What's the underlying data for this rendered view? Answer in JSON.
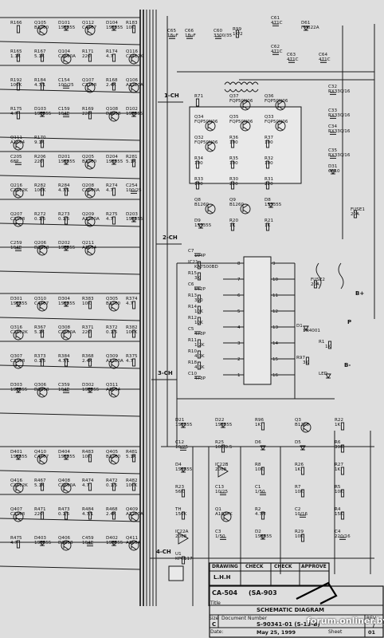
{
  "channels": {
    "ch1": "1-CH",
    "ch2": "2-CH",
    "ch3": "3-CH",
    "ch4": "4-CH",
    "rails": [
      "B+",
      "B-",
      "P"
    ]
  },
  "components": {
    "ch1": [
      "R166",
      "Q105 B1260",
      "D101 1SS355",
      "Q112 C4467",
      "D104 1SS355",
      "R183 10K",
      "R165 1.1K",
      "R167 5.1K",
      "Q104 C2690A",
      "R171 220",
      "R174 4.7",
      "Q116 C2412K",
      "R192 100K",
      "R184 4.7/1",
      "C154 100/25",
      "Q107 C3198",
      "R168 2.4K",
      "Q106 A1220A",
      "R175 4.7",
      "D103 1SS355",
      "C159 104P",
      "R169 220",
      "Q108 D1898",
      "D102 1SS355",
      "Q111 A1694",
      "R170 9.1K"
    ],
    "ch2": [
      "C205 68P",
      "R206 220",
      "D201 1SS355",
      "Q205 B1260",
      "D204 1SS355",
      "R281 5.1K",
      "Q216 C2412K",
      "R282 100K",
      "R284 4.7/1",
      "Q208 C2690A",
      "R274 4.7",
      "C254 100/25",
      "Q207 C3198",
      "R272 0.1/5",
      "R273 0.1/5",
      "Q209 A1220A",
      "R275 4.7",
      "D203 1SS355",
      "C259 104P",
      "Q206 D1898",
      "D202 1SS355",
      "Q211 A1694"
    ],
    "ch3": [
      "D301 1SS355",
      "Q310 C4467",
      "D304 1SS355",
      "R383 10K",
      "Q305 B1260",
      "R374 4.7",
      "Q316 C2412K",
      "R367 5.1K",
      "Q308 C2690A",
      "R371 220",
      "R372 0.1/5",
      "R382 100K",
      "Q307 C3198",
      "R373 0.1/5",
      "R384 4.7/1",
      "R368 2.4K",
      "Q309 A1220A",
      "R375 4.7",
      "D303 1SS355",
      "Q306 D1898",
      "C359 104P",
      "D302 1SS355",
      "Q311 A1694"
    ],
    "ch4": [
      "D401 1SS355",
      "Q410 C4467",
      "D404 1SS355",
      "R483 10K",
      "Q405 B1260",
      "R481 5.1K",
      "Q416 C2412K",
      "R467 5.1K",
      "Q408 C2690A",
      "R474 4.7",
      "R472 0.1/5",
      "R482 100K",
      "Q407 C3198",
      "R471 220",
      "R473 0.1/5",
      "R484 4.7/1",
      "R468 2.4K",
      "Q409 A1220A",
      "R475 4.7",
      "D403 1SS355",
      "Q406 D1898",
      "C459 104P",
      "D402 1SS355",
      "Q411 A1694"
    ],
    "power": [
      "C65 18uF",
      "C66 18uF",
      "C61 471C",
      "D61 FM822A",
      "C62 471C",
      "R99 1K/2",
      "C60 3300/35",
      "C63 471C",
      "C64 471C",
      "C32 RX330/16",
      "C33 RX330/16",
      "C34 RX330/16",
      "C35 RX330/16",
      "D31 6A10",
      "FUSE1 20A",
      "FUSE2 20A"
    ],
    "switcher": [
      "R71",
      "Q37 FQP50N06",
      "Q36 FQP50N06",
      "Q34 FQP50N06",
      "Q35 FQP50N06",
      "Q33 FQP50N06",
      "Q32 FQP50N06",
      "R36 100",
      "R37 100",
      "R34 100",
      "R35 100",
      "R32 100",
      "R33 100",
      "R30 220",
      "R31 220",
      "Q8 B1260",
      "Q9 B1260",
      "D8 1SS355",
      "D9 1SS355",
      "R20 1K",
      "R21 1K"
    ],
    "ic21": [
      "C7 104P",
      "IC21 KA7500BD",
      "R15 3K",
      "C6 562P",
      "R13 390",
      "R14 10K",
      "R12 10K",
      "C5 473P",
      "R11 1.2K",
      "R10 4.3K",
      "R18 4.3K",
      "C10 473P",
      "D1 1N4001",
      "R1 1K",
      "R97 3K",
      "LED"
    ],
    "protect": [
      "D21 1SS355",
      "D22 1SS355",
      "R96 1K",
      "Q3 B1260",
      "R22 1K",
      "C12 10/25",
      "R25 100/0.5",
      "D6",
      "D5",
      "R6 39K",
      "D4 1SS355",
      "IC22B 2068",
      "R8 10K",
      "R26 1K",
      "R27 1K",
      "R23 56K",
      "C13 10/25",
      "C1 1/50",
      "R7 10K",
      "R5 10K",
      "TH 150K",
      "Q1 A1037K",
      "R2 4.7M",
      "C2 10/16",
      "R4 15K",
      "IC22A 2068",
      "C3 1/50",
      "D2 1SS355",
      "R29 10K",
      "C4 220/16",
      "U1 KPC117"
    ]
  },
  "titleblock": {
    "drawing": "DRAWING",
    "check1": "CHECK",
    "check2": "CHECK",
    "approve": "APPROVE",
    "signer": "L.H.H",
    "model": "CA-504",
    "model_code": "(SA-903",
    "title_label": "Title",
    "title": "SCHEMATIC DIAGRAM",
    "size_label": "Size",
    "size": "C",
    "docnum_label": "Document Number",
    "docnum": "S-90341-01 (S-13-B)",
    "rev_label": "REV",
    "rev": "/",
    "date_label": "Date:",
    "date": "May 25, 1999",
    "sheet_label": "Sheet",
    "sheet": "01"
  },
  "watermark": "forum.onliner.by"
}
